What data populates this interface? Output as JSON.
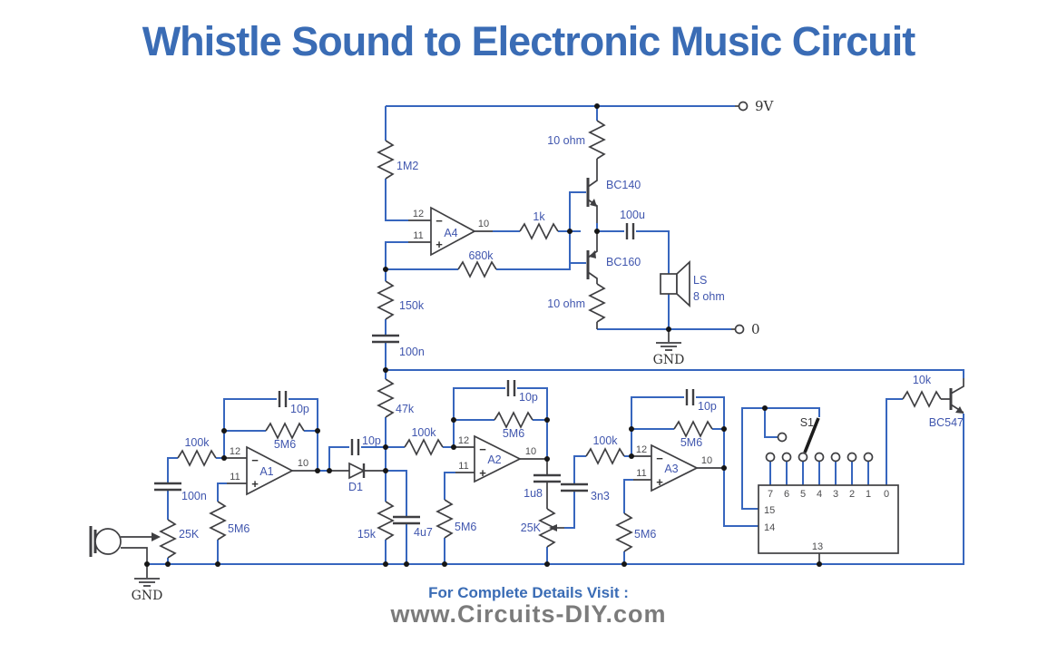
{
  "title": "Whistle Sound to Electronic Music Circuit",
  "footer": {
    "line1": "For Complete Details Visit :",
    "line2": "www.Circuits-DIY.com"
  },
  "colors": {
    "wire": "#3766be",
    "comp": "#3f3f42",
    "lbl": "#4056ae",
    "title": "#3a6cb5",
    "url": "#7b7b7b"
  },
  "labels": {
    "v9": "9V",
    "v0": "0",
    "gnd1": "GND",
    "gnd2": "GND",
    "r_1m2": "1M2",
    "r_150k": "150k",
    "c_100n_mid": "100n",
    "r_47k": "47k",
    "r_680k": "680k",
    "r_1k": "1k",
    "r_10ohm_top": "10 ohm",
    "r_10ohm_bot": "10 ohm",
    "q_bc140": "BC140",
    "q_bc160": "BC160",
    "c_100u": "100u",
    "ls": "LS",
    "ls_imp": "8 ohm",
    "a4": "A4",
    "a1": "A1",
    "a2": "A2",
    "a3": "A3",
    "minus": "−",
    "plus": "+",
    "p12": "12",
    "p11": "11",
    "p10": "10",
    "r_100k_1": "100k",
    "c_100n_in": "100n",
    "pot_25k_1": "25K",
    "r_5m6_fb1": "5M6",
    "c_10p_fb1": "10p",
    "r_5m6_g1": "5M6",
    "d1": "D1",
    "c_10p_ser": "10p",
    "r_15k": "15k",
    "c_4u7": "4u7",
    "r_100k_2": "100k",
    "r_5m6_fb2": "5M6",
    "c_10p_fb2": "10p",
    "r_5m6_g2": "5M6",
    "c_1u8": "1u8",
    "pot_25k_2": "25K",
    "c_3n3": "3n3",
    "r_100k_3": "100k",
    "r_5m6_fb3": "5M6",
    "c_10p_fb3": "10p",
    "r_5m6_g3": "5M6",
    "s1": "S1",
    "r_10k": "10k",
    "q_bc547": "BC547",
    "ic_pins_top": [
      "7",
      "6",
      "5",
      "4",
      "3",
      "2",
      "1",
      "0"
    ],
    "ic_p15": "15",
    "ic_p14": "14",
    "ic_p13": "13"
  }
}
